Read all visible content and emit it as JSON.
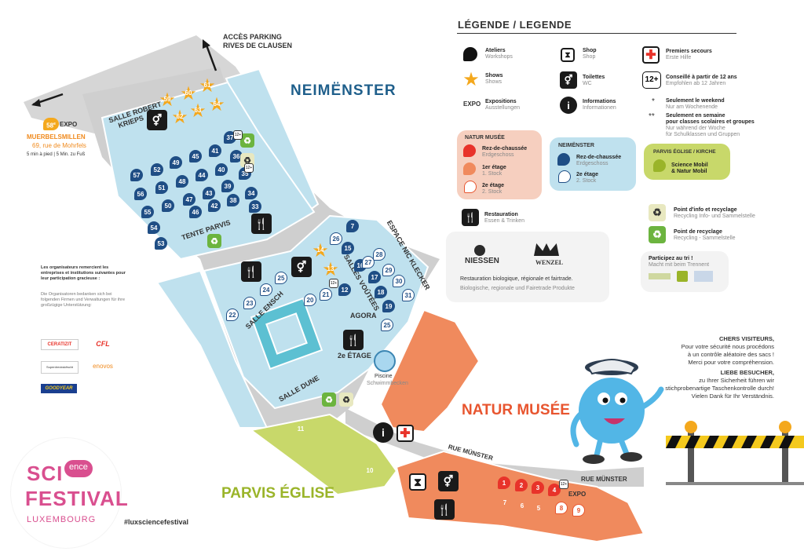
{
  "map": {
    "parking_label": "ACCÈS PARKING",
    "parking_label2": "RIVES DE CLAUSEN",
    "neimenster": "NEIMËNSTER",
    "natur_musee": "NATUR MUSÉE",
    "parvis_eglise": "PARVIS ÉGLISE",
    "salle_robert": "SALLE ROBERT",
    "salle_robert2": "KRIEPS",
    "tente_parvis": "TENTE PARVIS",
    "salle_ensch": "SALLE ENSCH",
    "salles_voutees": "SALLES VOÛTÉES",
    "agora": "AGORA",
    "espace": "ESPACE NIC KLECKER",
    "deuxieme_etage": "2e ÉTAGE",
    "salle_dune": "SALLE DUNE",
    "piscine": "Piscine",
    "piscine_de": "Schwimmbecken",
    "rue_munster": "RUE MÜNSTER",
    "rue_munster2": "RUE MÜNSTER",
    "expo_label": "EXPO",
    "hashtag": "#luxsciencefestival"
  },
  "muerbels": {
    "badge": "58",
    "badge_sup": "e",
    "expo": "EXPO",
    "name": "MUERBELSMILLEN",
    "address": "69, rue de Mohrfels",
    "walk": "5 min à pied | 5 Min. zu Fuß"
  },
  "pins_blue": [
    "57",
    "52",
    "49",
    "45",
    "41",
    "37",
    "56",
    "51",
    "48",
    "44",
    "40",
    "36",
    "55",
    "50",
    "47",
    "43",
    "39",
    "35",
    "54",
    "46",
    "42",
    "38",
    "34",
    "53",
    "33",
    "7",
    "15",
    "16",
    "17",
    "18",
    "19",
    "12"
  ],
  "pins_white": [
    "27",
    "28",
    "29",
    "30",
    "31",
    "26",
    "25",
    "24",
    "23",
    "22",
    "20",
    "21",
    "25"
  ],
  "stars": [
    "59",
    "60",
    "61",
    "62",
    "63",
    "64",
    "14",
    "13"
  ],
  "pins_green": [
    "11",
    "10"
  ],
  "pins_red": [
    "1",
    "2",
    "3",
    "4"
  ],
  "pins_orange": [
    "7",
    "6",
    "5"
  ],
  "pins_wo": [
    "8",
    "9"
  ],
  "legend": {
    "title": "LÉGENDE / LEGENDE",
    "ateliers": "Ateliers",
    "ateliers_de": "Workshops",
    "shows": "Shows",
    "shows_de": "Shows",
    "expo": "EXPO",
    "expositions": "Expositions",
    "expositions_de": "Ausstellungen",
    "shop": "Shop",
    "shop_de": "Shop",
    "toilettes": "Toilettes",
    "toilettes_de": "WC",
    "informations": "Informations",
    "informations_de": "Informationen",
    "premiers": "Premiers secours",
    "premiers_de": "Erste Hilfe",
    "age_badge": "12+",
    "age": "Conseillé à partir de 12 ans",
    "age_de": "Empfohlen ab 12 Jahren",
    "star1": "*",
    "weekend": "Seulement le weekend",
    "weekend_de": "Nur am Wochenende",
    "star2": "**",
    "semaine": "Seulement en semaine",
    "semaine2": "pour classes scolaires et groupes",
    "semaine_de": "Nur während der Woche",
    "semaine_de2": "für Schulklassen und Gruppen",
    "natur_title": "NATUR MUSÉE",
    "rdc": "Rez-de-chaussée",
    "rdc_de": "Erdgeschoss",
    "etage1": "1er étage",
    "etage1_de": "1. Stock",
    "etage2": "2e étage",
    "etage2_de": "2. Stock",
    "neim_title": "NEIMËNSTER",
    "n_rdc": "Rez-de-chaussée",
    "n_rdc_de": "Erdgeschoss",
    "n_etage2": "2e étage",
    "n_etage2_de": "2. Stock",
    "parvis_title": "PARVIS ÉGLISE / KIRCHE",
    "science_mobil": "Science Mobil",
    "science_mobil2": "& Natur Mobil",
    "restauration": "Restauration",
    "restauration_de": "Essen & Trinken",
    "niessen": "NIESSEN",
    "wenzel": "WENZEL",
    "resto_bio": "Restauration biologique, régionale et fairtrade.",
    "resto_bio_de": "Biologische, regionale und Fairetrade Produkte",
    "point_info": "Point d'info et recyclage",
    "point_info_de": "Recycling Info- und Sammelstelle",
    "point_recy": "Point de recyclage",
    "point_recy_de": "Recycling - Sammelstelle",
    "participez": "Participez au tri !",
    "participez_de": "Macht mit beim Trennent"
  },
  "sponsors_text": {
    "fr": "Les organisateurs remercient les entreprises et institutions suivantes pour leur participation gracieuse :",
    "de": "Die Organisatoren bedanken sich bei folgenden Firmen und Verwaltungen für ihre großzügige Unterstützung:",
    "logos": [
      "CERATIZIT",
      "CFL",
      "Superdreckskëscht",
      "enovos",
      "GOODYEAR"
    ]
  },
  "visitors": {
    "fr_title": "CHERS VISITEURS,",
    "fr1": "Pour votre sécurité nous procédons",
    "fr2": "à un contrôle aléatoire des sacs !",
    "fr3": "Merci pour votre compréhension.",
    "de_title": "LIEBE BESUCHER,",
    "de1": "zu Ihrer Sicherheit führen wir",
    "de2": "stichprobenartige Taschenkontrolle durch!",
    "de3": "Vielen Dank für Ihr Verständnis."
  },
  "logo": {
    "sci": "SCI",
    "ence": "ence",
    "festival": "FESTIVAL",
    "lux": "LUXEMBOURG"
  },
  "colors": {
    "neim_blue": "#bfe1ee",
    "neim_dark": "#1f4e85",
    "orange": "#f08a5d",
    "green": "#c8d86a",
    "star": "#f4a81d",
    "pink": "#d94f8f"
  }
}
